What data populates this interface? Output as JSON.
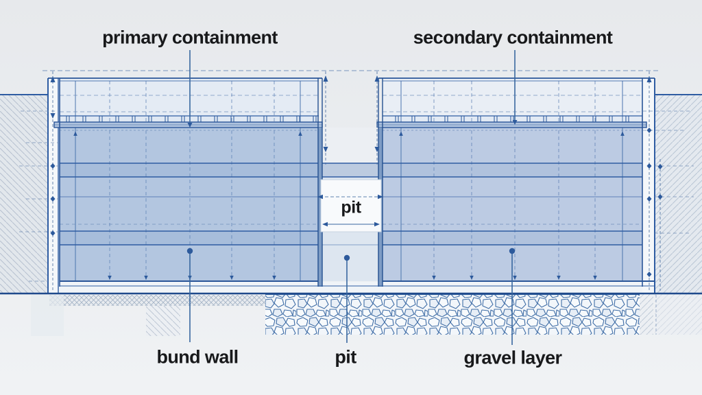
{
  "diagram": {
    "type": "blueprint-cross-section",
    "labels": {
      "primary_containment": "primary containment",
      "secondary_containment": "secondary containment",
      "pit_box": "pit",
      "bund_wall": "bund wall",
      "pit_bottom": "pit",
      "gravel_layer": "gravel layer"
    },
    "colors": {
      "background": "#eaedf0",
      "line_dark": "#1f4a8c",
      "line_mid": "#2e5ca2",
      "leader": "#38679f",
      "tank_body_left": "#b3c6e0",
      "tank_body_right": "#bccbe3",
      "tank_band": "#a7bddb",
      "freeboard": "#e6ecf5",
      "pit_fill": "#dde6f0",
      "pit_wall": "#7e9cc4",
      "ground_fill": "#e2e7ec",
      "hatch_line": "#b6c1cf",
      "gravel_bg": "#f4f7fa",
      "stone_outline": "#3f6da6",
      "label_box": "#f8fafc",
      "label_text": "#18191b"
    }
  }
}
